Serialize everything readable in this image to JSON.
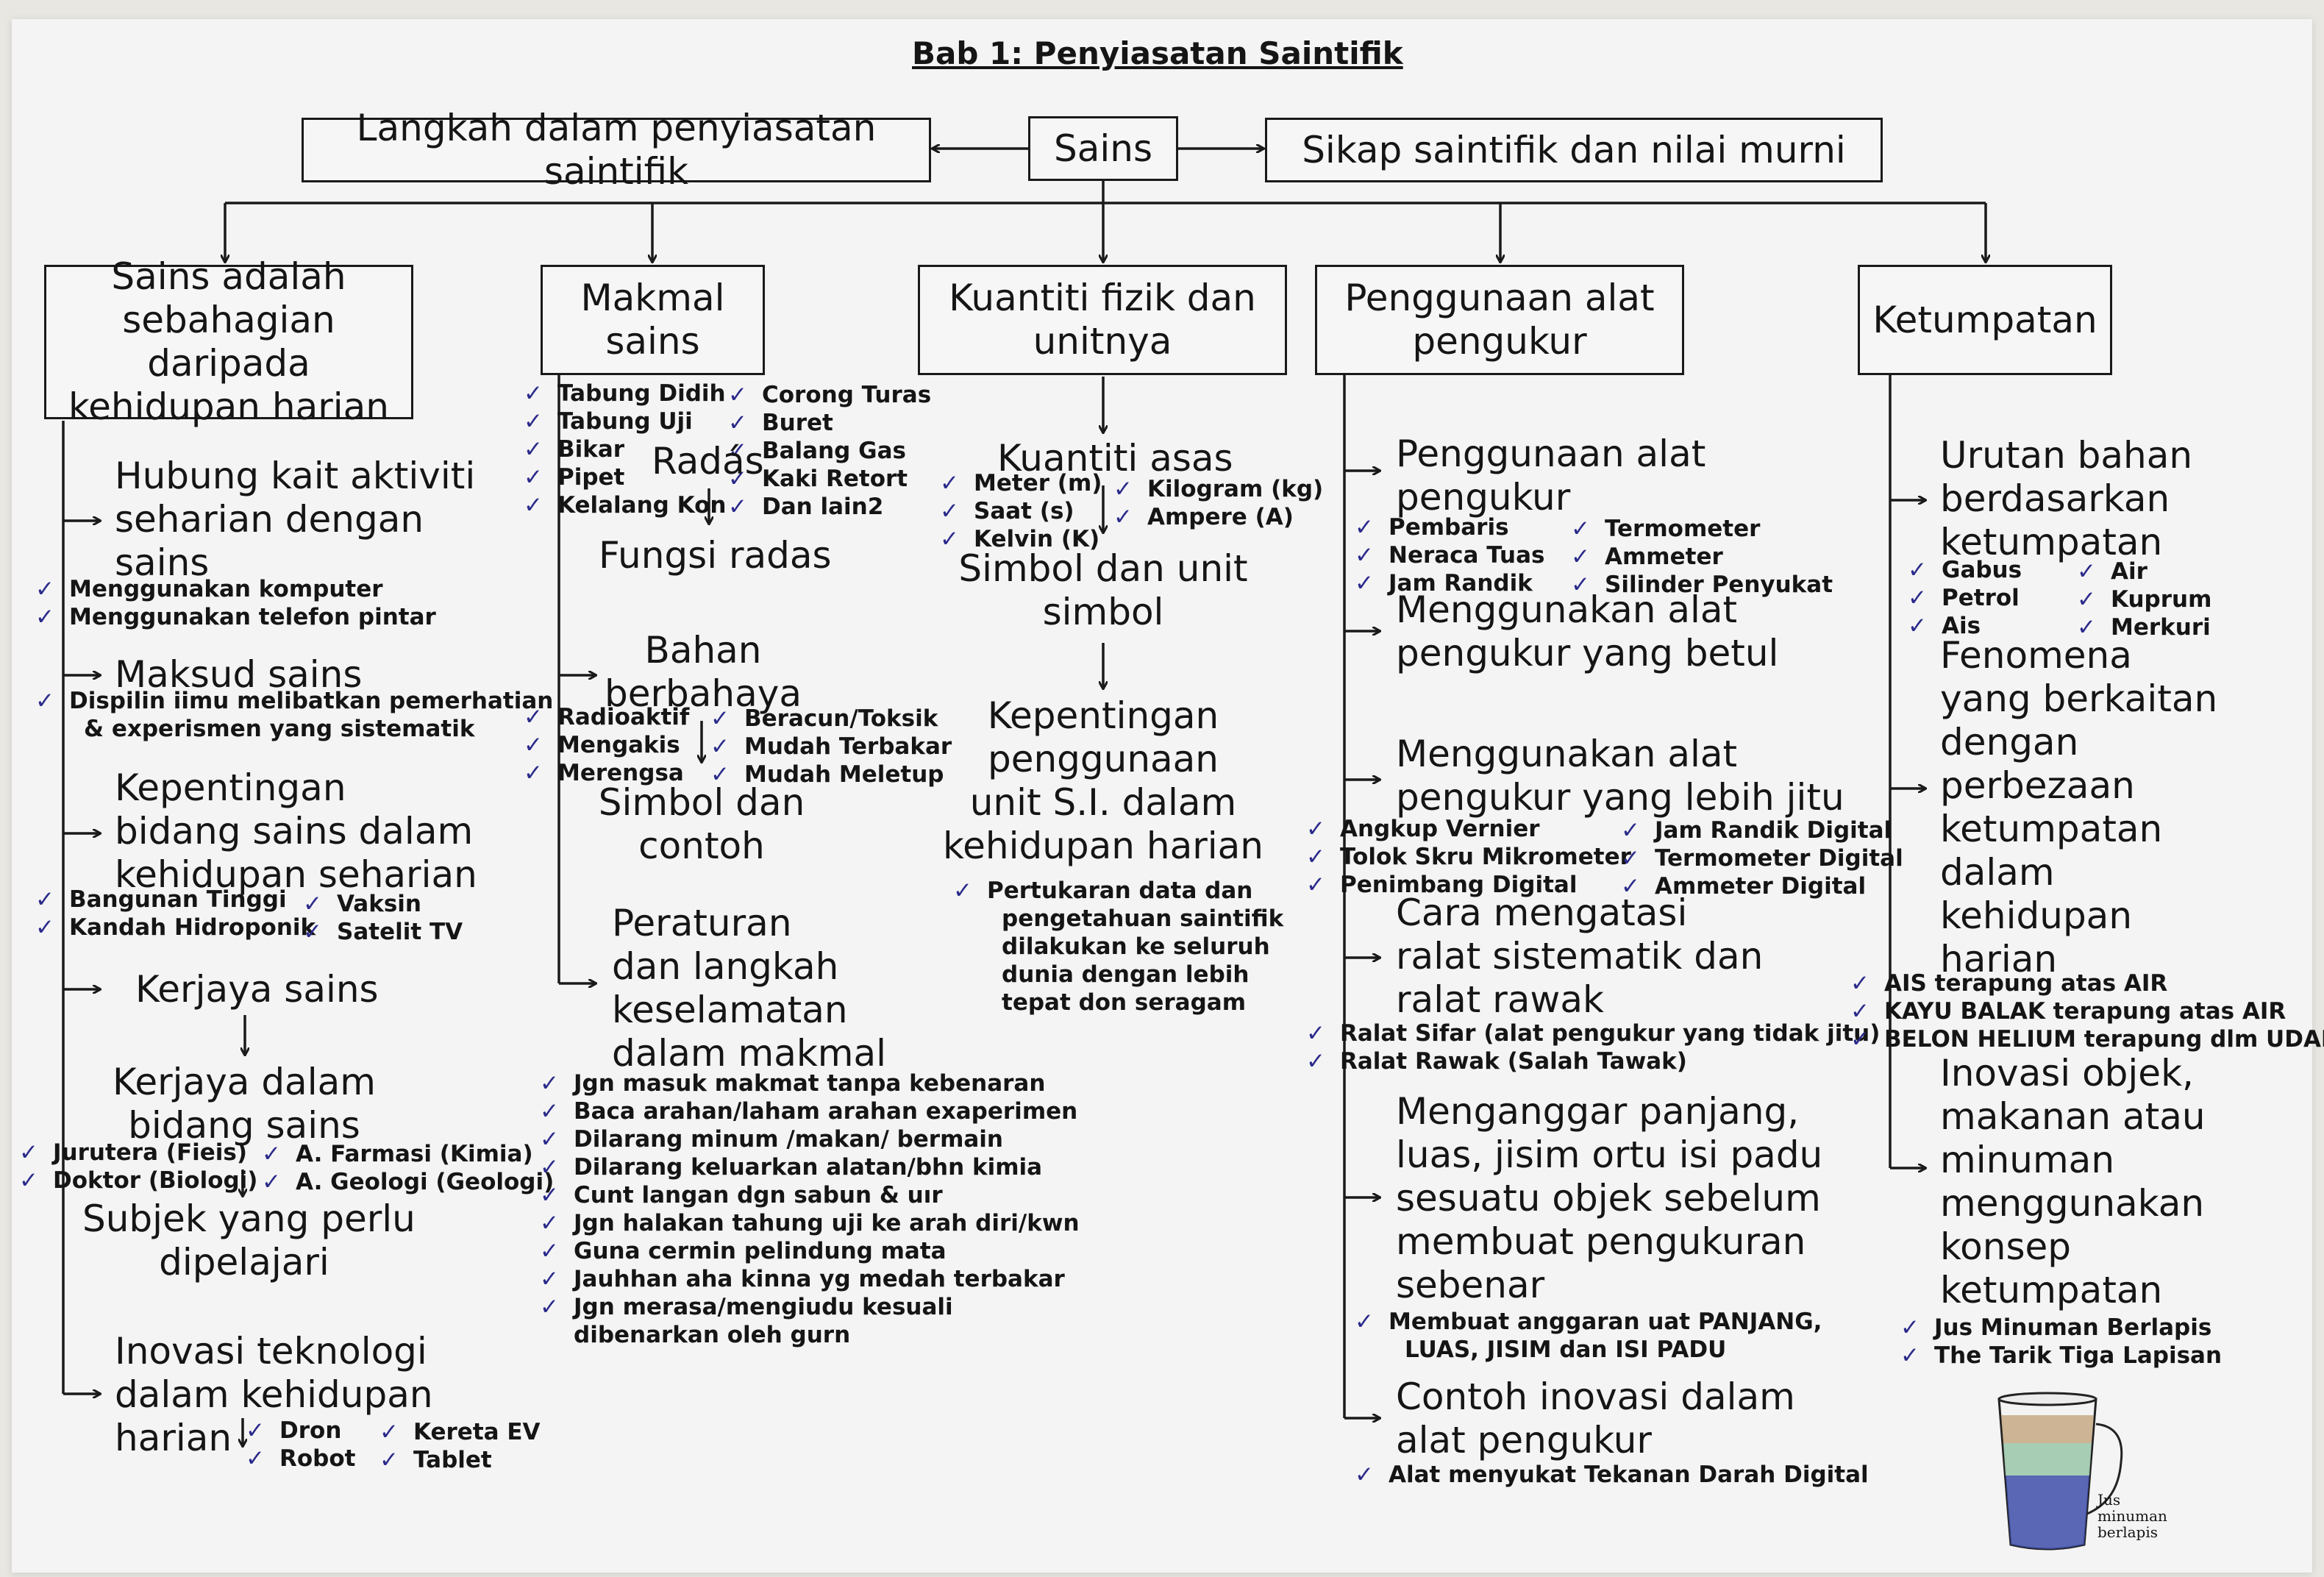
{
  "title": "Bab 1: Penyiasatan Saintifik",
  "top": {
    "center": "Sains",
    "left": "Langkah dalam penyiasatan saintifik",
    "right": "Sikap saintifik dan nilai murni"
  },
  "columns": {
    "c1": {
      "box": [
        "Sains adalah",
        "sebahagian daripada",
        "kehidupan harian"
      ],
      "s1": [
        "Hubung kait aktiviti",
        "seharian dengan",
        "sains"
      ],
      "s1_items": [
        "Menggunakan komputer",
        "Menggunakan telefon pintar"
      ],
      "s2": "Maksud sains",
      "s2_items": [
        "Dispilin iimu melibatkan pemerhatian",
        "& experismen yang sistematik"
      ],
      "s3": [
        "Kepentingan",
        "bidang sains dalam",
        "kehidupan seharian"
      ],
      "s3_items_a": [
        "Bangunan Tinggi",
        "Kandah Hidroponik"
      ],
      "s3_items_b": [
        "Vaksin",
        "Satelit TV"
      ],
      "s4": "Kerjaya sains",
      "s5": [
        "Kerjaya dalam",
        "bidang sains"
      ],
      "s5_items_a": [
        "Jurutera (Fieis)",
        "Doktor (Biologi)"
      ],
      "s5_items_b": [
        "A. Farmasi (Kimia)",
        "A. Geologi (Geologi)"
      ],
      "s6": [
        "Subjek yang perlu",
        "dipelajari"
      ],
      "s7": [
        "Inovasi teknologi",
        "dalam kehidupan",
        "harian"
      ],
      "s7_items_a": [
        "Dron",
        "Robot"
      ],
      "s7_items_b": [
        "Kereta EV",
        "Tablet"
      ]
    },
    "c2": {
      "box": [
        "Makmal",
        "sains"
      ],
      "items_a": [
        "Tabung Didih",
        "Tabung Uji",
        "Bikar",
        "Pipet",
        "Kelalang Kon"
      ],
      "items_b": [
        "Corong Turas",
        "Buret",
        "Balang Gas",
        "Kaki Retort",
        "Dan lain2"
      ],
      "radas": "Radás",
      "fungsi": "Fungsi radas",
      "bahan": [
        "Bahan",
        "berbahaya"
      ],
      "bahan_a": [
        "Radioaktif",
        "Mengakis",
        "Merengsa"
      ],
      "bahan_b": [
        "Beracun/Toksik",
        "Mudah Terbakar",
        "Mudah Meletup"
      ],
      "simbol": [
        "Simbol dan",
        "contoh"
      ],
      "peraturan": [
        "Peraturan",
        "dan langkah",
        "keselamatan",
        "dalam makmal"
      ],
      "rules": [
        "Jgn masuk makmat tanpa kebenaran",
        "Baca arahan/laham arahan exaperimen",
        "Dilarang minum /makan/ bermain",
        "Dilarang keluarkan alatan/bhn kimia",
        "Cunt langan dgn sabun & uır",
        "Jgn halakan tahung uji ke arah diri/kwn",
        "Guna cermin pelindung mata",
        "Jauhhan aha kinna yg medah terbakar",
        "Jgn merasa/mengiudu kesuali",
        "dibenarkan oleh gurn"
      ]
    },
    "c3": {
      "box": [
        "Kuantiti fizik dan",
        "unitnya"
      ],
      "asas": "Kuantiti asas",
      "items_a": [
        "Meter (m)",
        "Saat (s)",
        "Kelvin (K)"
      ],
      "items_b": [
        "Kilogram (kg)",
        "Ampere (A)"
      ],
      "simbol": [
        "Simbol dan unit",
        "simbol"
      ],
      "kepentingan": [
        "Kepentingan",
        "penggunaan",
        "unit S.I. dalam",
        "kehidupan harian"
      ],
      "note": [
        "Pertukaran data dan",
        "pengetahuan saintifik",
        "dilakukan ke seluruh",
        "dunia dengan lebih",
        "tepat don seragam"
      ]
    },
    "c4": {
      "box": [
        "Penggunaan alat",
        "pengukur"
      ],
      "s1": [
        "Penggunaan alat",
        "pengukur"
      ],
      "s1_a": [
        "Pembaris",
        "Neraca Tuas",
        "Jam Randik"
      ],
      "s1_b": [
        "Termometer",
        "Ammeter",
        "Silinder Penyukat"
      ],
      "s2": [
        "Menggunakan alat",
        "pengukur yang betul"
      ],
      "s3": [
        "Menggunakan alat",
        "pengukur yang lebih jitu"
      ],
      "s3_a": [
        "Angkup Vernier",
        "Tolok Skru Mikrometer",
        "Penimbang Digital"
      ],
      "s3_b": [
        "Jam Randik Digital",
        "Termometer Digital",
        "Ammeter Digital"
      ],
      "s4": [
        "Cara mengatasi",
        "ralat sistematik dan",
        "ralat rawak"
      ],
      "s4_items": [
        "Ralat Sifar (alat pengukur yang tidak jitu)",
        "Ralat Rawak (Salah Tawak)"
      ],
      "s5": [
        "Menganggar panjang,",
        "luas, jisim ortu isi padu",
        "sesuatu objek sebelum",
        "membuat pengukuran",
        "sebenar"
      ],
      "s5_items": [
        "Membuat anggaran uat PANJANG,",
        "LUAS, JISIM dan ISI PADU"
      ],
      "s6": [
        "Contoh inovasi dalam",
        "alat pengukur"
      ],
      "s6_items": [
        "Alat menyukat Tekanan Darah Digital"
      ]
    },
    "c5": {
      "box": "Ketumpatan",
      "s1": [
        "Urutan bahan",
        "berdasarkan",
        "ketumpatan"
      ],
      "s1_a": [
        "Gabus",
        "Petrol",
        "Ais"
      ],
      "s1_b": [
        "Air",
        "Kuprum",
        "Merkuri"
      ],
      "s2": [
        "Fenomena",
        "yang berkaitan",
        "dengan",
        "perbezaan",
        "ketumpatan",
        "dalam",
        "kehidupan",
        "harian"
      ],
      "s2_items": [
        "AIS terapung atas AIR",
        "KAYU BALAK terapung atas AIR",
        "BELON HELIUM terapung dlm UDARA"
      ],
      "s3": [
        "Inovasi objek,",
        "makanan atau",
        "minuman",
        "menggunakan",
        "konsep",
        "ketumpatan"
      ],
      "s3_items": [
        "Jus Minuman Berlapis",
        "The Tarik Tiga Lapisan"
      ],
      "drawing_label": [
        "Jus",
        "minuman",
        "berlapis"
      ]
    }
  },
  "check": "✓",
  "colors": {
    "ink": "#151515",
    "check": "#2a2a8a",
    "paper": "#f4f4f5"
  }
}
